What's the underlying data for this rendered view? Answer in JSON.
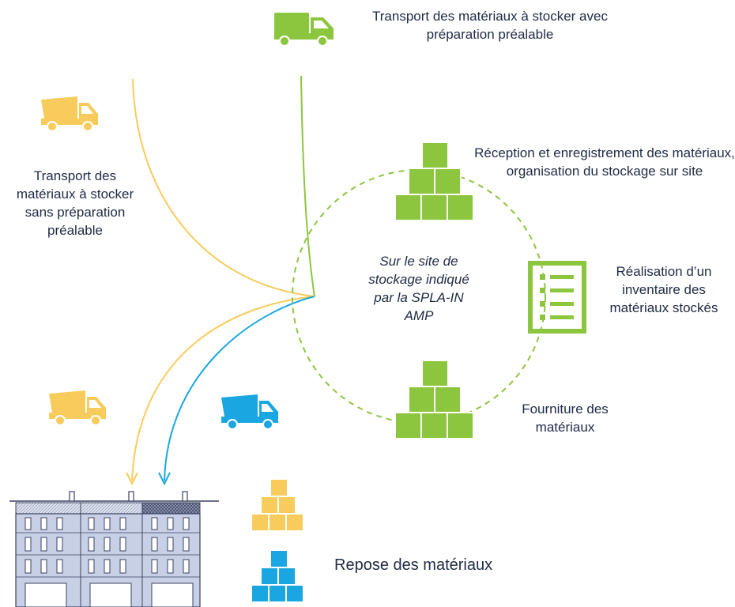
{
  "colors": {
    "yellow": "#f8cc5c",
    "green": "#8cc63f",
    "blue": "#1aa7e1",
    "text": "#1f2a44",
    "building": "#c8d0e6"
  },
  "labels": {
    "top_transport": "Transport des matériaux à stocker avec préparation préalable",
    "left_transport": "Transport des matériaux à stocker sans préparation préalable",
    "reception": "Réception et enregistrement des matériaux, organisation du stockage sur site",
    "inventaire": "Réalisation d’un inventaire des matériaux stockés",
    "fourniture": "Fourniture des matériaux",
    "center_site": "Sur le site de stockage indiqué par la SPLA-IN AMP",
    "repose": "Repose des matériaux"
  },
  "icons": [
    "dump-truck-icon",
    "box-stack-icon",
    "checklist-icon",
    "building-icon"
  ]
}
